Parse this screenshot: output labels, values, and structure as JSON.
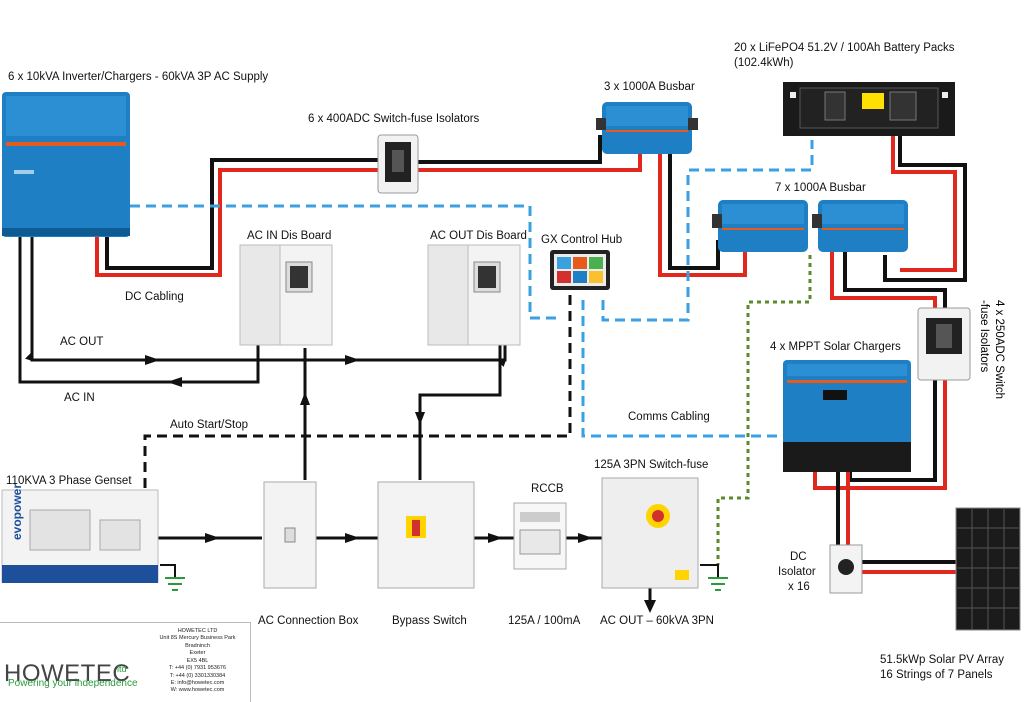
{
  "labels": {
    "inverters": "6 x 10kVA Inverter/Chargers - 60kVA 3P AC Supply",
    "isolators400": "6 x 400ADC Switch-fuse Isolators",
    "busbar3": "3 x 1000A Busbar",
    "battery_line1": "20 x LiFePO4 51.2V / 100Ah Battery Packs",
    "battery_line2": "(102.4kWh)",
    "busbar7": "7 x 1000A Busbar",
    "dc_cabling": "DC Cabling",
    "ac_in_board": "AC IN Dis Board",
    "ac_out_board": "AC OUT Dis Board",
    "gx_hub": "GX Control Hub",
    "isolators250_line1": "4 x 250ADC Switch",
    "isolators250_line2": "-fuse Isolators",
    "mppt": "4 x MPPT Solar Chargers",
    "ac_out": "AC OUT",
    "ac_in": "AC IN",
    "auto_start": "Auto Start/Stop",
    "comms": "Comms Cabling",
    "genset": "110KVA 3 Phase Genset",
    "rccb": "RCCB",
    "switch_fuse_125": "125A 3PN Switch-fuse",
    "dc_isolator_line1": "DC",
    "dc_isolator_line2": "Isolator",
    "dc_isolator_line3": "x 16",
    "ac_connection": "AC Connection Box",
    "bypass": "Bypass Switch",
    "rccb_rating": "125A / 100mA",
    "ac_out_final": "AC OUT – 60kVA 3PN",
    "pv_line1": "51.5kWp Solar PV Array",
    "pv_line2": "16 Strings of 7 Panels"
  },
  "company": {
    "logo": "HOWETEC",
    "ltd": "ltd",
    "tagline": "Powering your independence",
    "address": [
      "HOWETEC LTD",
      "Unit 8S Mercury Business Park",
      "Bradninch",
      "Exeter",
      "EX5 4BL",
      "T: +44 (0) 7931 953676",
      "T: +44 (0) 3301330384",
      "E: info@howetec.com",
      "W: www.howetec.com"
    ]
  },
  "genset_brand": "evopower",
  "colors": {
    "dc_positive": "#e0281e",
    "dc_negative": "#111111",
    "comms": "#3aa0e0",
    "solar_link": "#5a8a2a",
    "victron_blue": "#1e7fc4"
  }
}
